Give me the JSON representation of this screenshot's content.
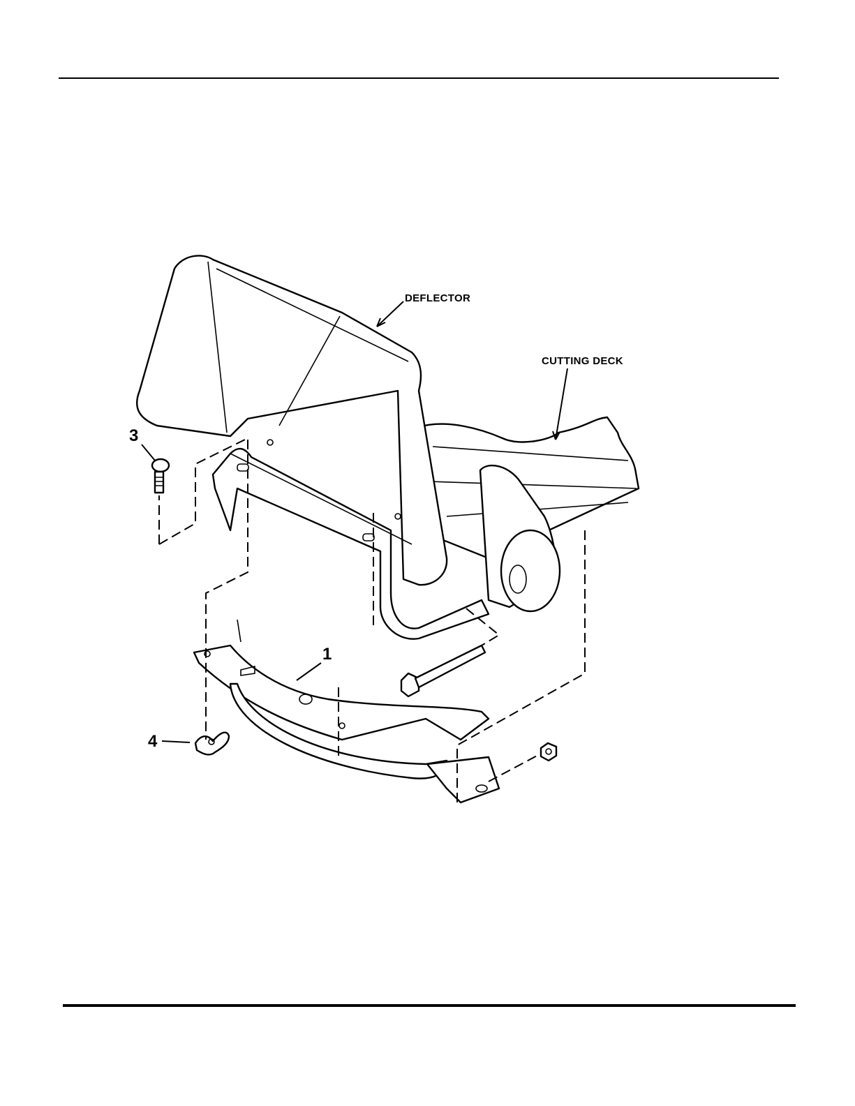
{
  "callouts": {
    "deflector": "DEFLECTOR",
    "cutting_deck": "CUTTING DECK"
  },
  "part_numbers": {
    "item_1": "1",
    "item_3": "3",
    "item_4": "4"
  },
  "colors": {
    "line": "#000000",
    "background": "#ffffff"
  }
}
